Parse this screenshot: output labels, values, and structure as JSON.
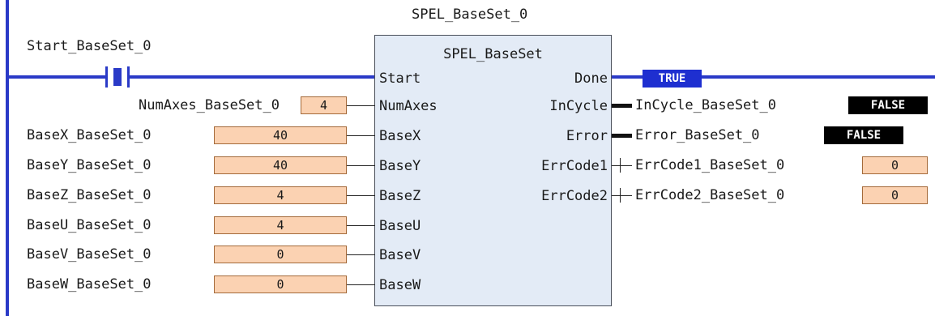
{
  "instance_name": "SPEL_BaseSet_0",
  "block_type": "SPEL_BaseSet",
  "contact": {
    "label": "Start_BaseSet_0"
  },
  "pins": {
    "start": "Start",
    "done": "Done",
    "numaxes": "NumAxes",
    "incycle": "InCycle",
    "basex": "BaseX",
    "error": "Error",
    "basey": "BaseY",
    "errcode1": "ErrCode1",
    "basez": "BaseZ",
    "errcode2": "ErrCode2",
    "baseu": "BaseU",
    "basev": "BaseV",
    "basew": "BaseW"
  },
  "done_value": "TRUE",
  "inputs": {
    "numaxes": {
      "var": "NumAxes_BaseSet_0",
      "value": "4"
    },
    "basex": {
      "var": "BaseX_BaseSet_0",
      "value": "40"
    },
    "basey": {
      "var": "BaseY_BaseSet_0",
      "value": "40"
    },
    "basez": {
      "var": "BaseZ_BaseSet_0",
      "value": "4"
    },
    "baseu": {
      "var": "BaseU_BaseSet_0",
      "value": "4"
    },
    "basev": {
      "var": "BaseV_BaseSet_0",
      "value": "0"
    },
    "basew": {
      "var": "BaseW_BaseSet_0",
      "value": "0"
    }
  },
  "outputs": {
    "incycle": {
      "var": "InCycle_BaseSet_0",
      "value": "FALSE"
    },
    "error": {
      "var": "Error_BaseSet_0",
      "value": "FALSE"
    },
    "errcode1": {
      "var": "ErrCode1_BaseSet_0",
      "value": "0"
    },
    "errcode2": {
      "var": "ErrCode2_BaseSet_0",
      "value": "0"
    }
  }
}
